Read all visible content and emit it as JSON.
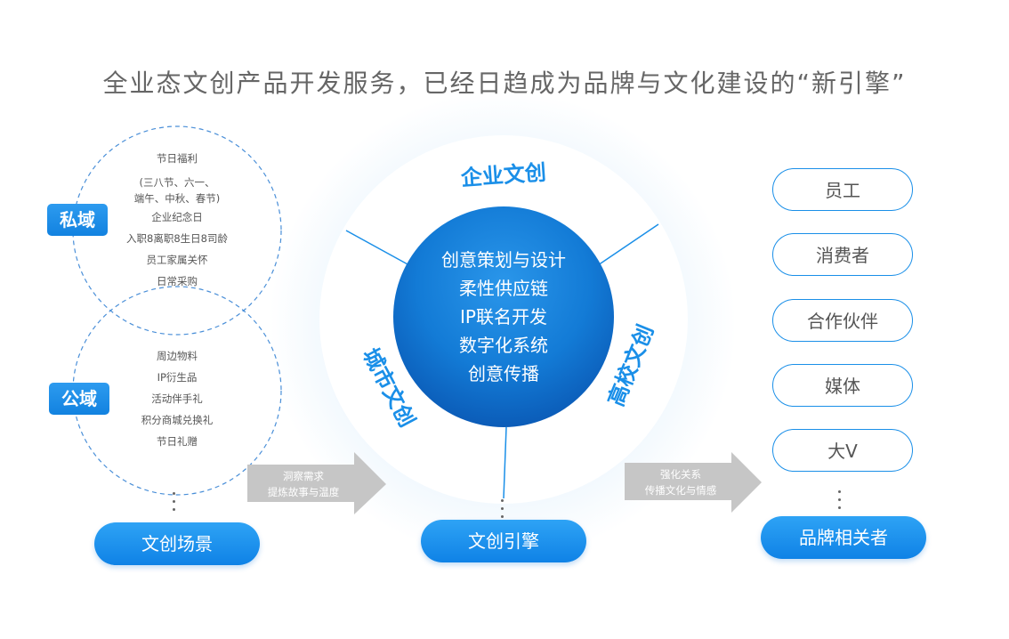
{
  "title": "全业态文创产品开发服务，已经日趋成为品牌与文化建设的“新引擎”",
  "left": {
    "private_label": "私域",
    "public_label": "公域",
    "private_items": [
      "节日福利",
      "(三八节、六一、",
      "端午、中秋、春节)",
      "企业纪念日",
      "入职8离职8生日8司龄",
      "员工家属关怀",
      "日常采购"
    ],
    "public_items": [
      "周边物料",
      "IP衍生品",
      "活动伴手礼",
      "积分商城兑换礼",
      "节日礼赠"
    ],
    "footer": "文创场景"
  },
  "arrows": {
    "left": [
      "洞察需求",
      "提炼故事与温度"
    ],
    "right": [
      "强化关系",
      "传播文化与情感"
    ]
  },
  "ring": {
    "top": "企业文创",
    "left": "城市文创",
    "right": "高校文创"
  },
  "center_items": [
    "创意策划与设计",
    "柔性供应链",
    "IP联名开发",
    "数字化系统",
    "创意传播"
  ],
  "center_footer": "文创引擎",
  "right": {
    "items": [
      "员工",
      "消费者",
      "合作伙伴",
      "媒体",
      "大V"
    ],
    "footer": "品牌相关者"
  },
  "colors": {
    "primary": "#1a8fe8",
    "dark_blue": "#0b5cb8",
    "arrow_gray": "#c6c6c6"
  }
}
